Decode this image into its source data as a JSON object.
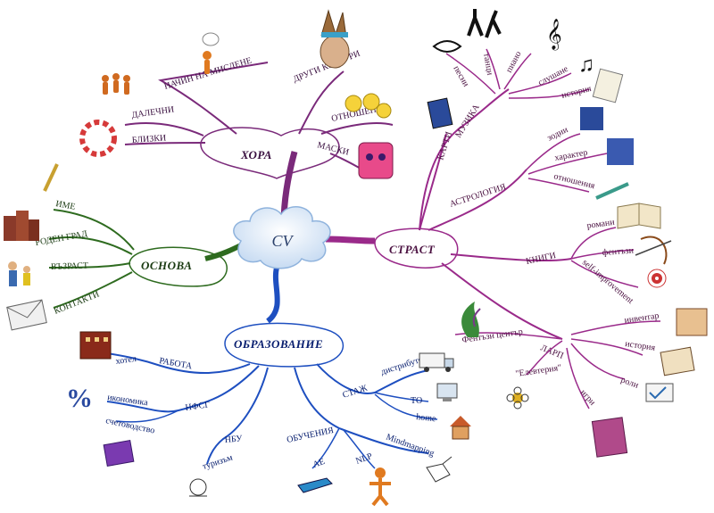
{
  "center": {
    "label": "CV"
  },
  "colors": {
    "hora": "#7a2a7a",
    "osnova": "#2e6b1f",
    "strast": "#9a2a8a",
    "obrazovanie": "#1e4fc0",
    "center_cloud": "#dbe8f7"
  },
  "branches": {
    "hora": {
      "label": "ХОРА",
      "items": {
        "nachin": "НАЧИН НА МИСЛЕНЕ",
        "drugi": "ДРУГИ КУЛТУРИ",
        "dalechni": "ДАЛЕЧНИ",
        "otnoshenia": "ОТНОШЕНИЯ",
        "blizki": "БЛИЗКИ",
        "maski": "МАСКИ"
      }
    },
    "osnova": {
      "label": "ОСНОВА",
      "items": {
        "ime": "ИМЕ",
        "rodengrad": "РОДЕН ГРАД",
        "vazrast": "ВЪЗРАСТ",
        "kontakti": "КОНТАКТИ"
      }
    },
    "strast": {
      "label": "СТРАСТ",
      "muzika": {
        "label": "МУЗИКА",
        "items": {
          "pesni": "песни",
          "tanci": "танци",
          "piano": "пиано",
          "slushane": "слушане",
          "istoria": "история"
        }
      },
      "karti": "КАРТИ",
      "astrologia": {
        "label": "АСТРОЛОГИЯ",
        "items": {
          "zodii": "зодии",
          "harakter": "характер",
          "otnoshenia": "отношения"
        }
      },
      "knigi": {
        "label": "КНИГИ",
        "items": {
          "romani": "романи",
          "fentazi": "фентъзи",
          "self": "self-improvement"
        }
      },
      "larp": {
        "label": "ЛАРП",
        "items": {
          "fentazi_centar": "Фентъзи център",
          "elevteria": "\"Елевтерия\"",
          "inventar": "инвентар",
          "istoria": "история",
          "roli": "роли",
          "igri": "игри"
        }
      }
    },
    "obrazovanie": {
      "label": "ОБРАЗОВАНИЕ",
      "rabota": {
        "label": "РАБОТА",
        "items": {
          "hotel": "хотел"
        }
      },
      "nfsg": {
        "label": "НФСГ",
        "items": {
          "ikonomika": "икономика",
          "schetovodstvo": "счетоводство"
        }
      },
      "nbu": {
        "label": "НБУ",
        "items": {
          "turizam": "туризъм"
        }
      },
      "obuchenia": {
        "label": "ОБУЧЕНИЯ",
        "items": {
          "ae": "AE",
          "nlp": "NLP",
          "mindmapping": "Mindmapping"
        }
      },
      "staj": {
        "label": "СТАЖ",
        "items": {
          "distributor": "дистрибутор",
          "to": "ТО",
          "home": "home"
        }
      }
    }
  },
  "icons": {
    "thinker": "thinking-person-icon",
    "indian": "indian-headdress-icon",
    "people": "people-group-icon",
    "smileys": "smiley-faces-icon",
    "hearts": "hearts-ring-icon",
    "mask": "carnival-mask-icon",
    "pencil": "pencil-icon",
    "city": "town-buildings-icon",
    "family": "family-icon",
    "envelope": "envelope-icon",
    "dancers": "dancers-icon",
    "clef": "treble-clef-icon",
    "notes": "music-notes-icon",
    "lips": "lips-icon",
    "scroll": "scroll-icon",
    "cards": "tarot-cards-icon",
    "zodiac": "zodiac-icon",
    "wand": "magic-wand-icon",
    "book": "open-book-icon",
    "bow": "bow-arrow-icon",
    "target": "target-icon",
    "flame": "green-flame-icon",
    "flower": "flower-icon",
    "inventory": "inventory-icon",
    "history": "history-scene-icon",
    "checklist": "checklist-icon",
    "game": "game-box-icon",
    "hotel": "hotel-building-icon",
    "percent": "percent-icon",
    "folders": "folders-icon",
    "tourism": "tourism-icon",
    "plane": "airplane-icon",
    "person": "person-figure-icon",
    "network": "network-icon",
    "house": "house-icon",
    "computer": "computer-icon",
    "truck": "truck-icon"
  }
}
